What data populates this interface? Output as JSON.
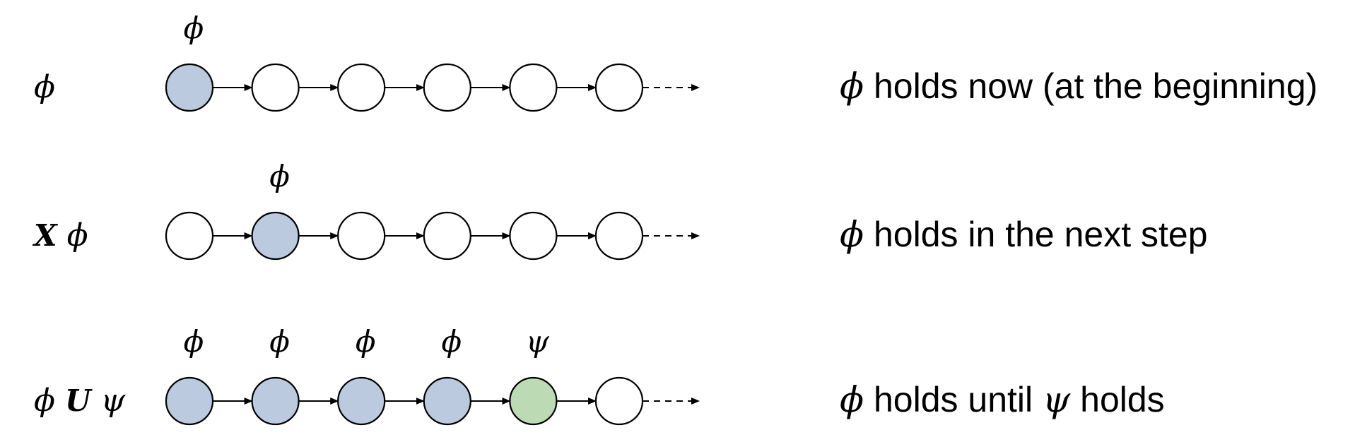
{
  "colors": {
    "phi_state": "#bccadf",
    "psi_state": "#bcdbb5",
    "empty_state": "#ffffff"
  },
  "rows": [
    {
      "formula": [
        {
          "t": "ϕ",
          "style": "var"
        }
      ],
      "description": [
        {
          "t": "ϕ",
          "style": "sym"
        },
        {
          "t": " holds now (at the beginning)",
          "style": "text"
        }
      ],
      "states": [
        {
          "fill": "phi",
          "label": "ϕ"
        },
        {
          "fill": "empty",
          "label": ""
        },
        {
          "fill": "empty",
          "label": ""
        },
        {
          "fill": "empty",
          "label": ""
        },
        {
          "fill": "empty",
          "label": ""
        },
        {
          "fill": "empty",
          "label": ""
        }
      ]
    },
    {
      "formula": [
        {
          "t": "X",
          "style": "op"
        },
        {
          "t": " ϕ",
          "style": "var"
        }
      ],
      "description": [
        {
          "t": "ϕ",
          "style": "sym"
        },
        {
          "t": " holds in the next step",
          "style": "text"
        }
      ],
      "states": [
        {
          "fill": "empty",
          "label": ""
        },
        {
          "fill": "phi",
          "label": "ϕ"
        },
        {
          "fill": "empty",
          "label": ""
        },
        {
          "fill": "empty",
          "label": ""
        },
        {
          "fill": "empty",
          "label": ""
        },
        {
          "fill": "empty",
          "label": ""
        }
      ]
    },
    {
      "formula": [
        {
          "t": "ϕ ",
          "style": "var"
        },
        {
          "t": "U",
          "style": "op"
        },
        {
          "t": " ψ",
          "style": "var"
        }
      ],
      "description": [
        {
          "t": "ϕ",
          "style": "sym"
        },
        {
          "t": " holds until ",
          "style": "text"
        },
        {
          "t": "ψ",
          "style": "sym"
        },
        {
          "t": " holds",
          "style": "text"
        }
      ],
      "states": [
        {
          "fill": "phi",
          "label": "ϕ"
        },
        {
          "fill": "phi",
          "label": "ϕ"
        },
        {
          "fill": "phi",
          "label": "ϕ"
        },
        {
          "fill": "phi",
          "label": "ϕ"
        },
        {
          "fill": "psi",
          "label": "ψ"
        },
        {
          "fill": "empty",
          "label": ""
        }
      ]
    }
  ]
}
